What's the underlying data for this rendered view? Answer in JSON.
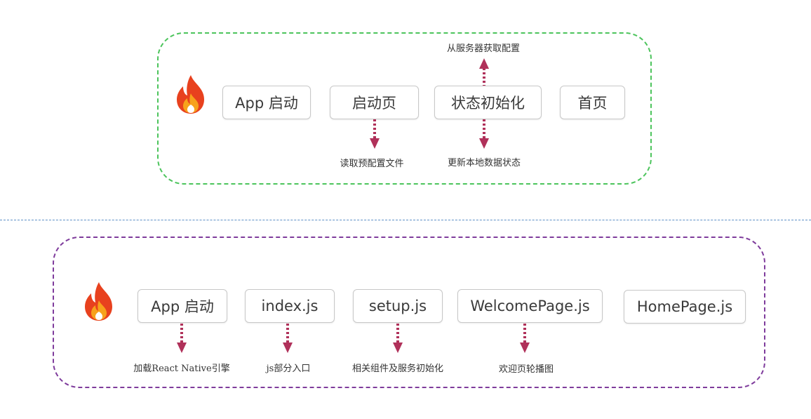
{
  "top_group": {
    "nodes": [
      "App 启动",
      "启动页",
      "状态初始化",
      "首页"
    ],
    "notes": {
      "read_config": "读取预配置文件",
      "fetch_server": "从服务器获取配置",
      "update_local": "更新本地数据状态"
    }
  },
  "bottom_group": {
    "nodes": [
      "App 启动",
      "index.js",
      "setup.js",
      "WelcomePage.js",
      "HomePage.js"
    ],
    "notes": {
      "load_engine": "加载React Native引擎",
      "js_entry": "js部分入口",
      "init_services": "相关组件及服务初始化",
      "carousel": "欢迎页轮播图"
    }
  },
  "colors": {
    "top_border": "#4cc45c",
    "bottom_border": "#7f3c9c",
    "separator": "#5d8fc7",
    "arrow": "#b0315a",
    "flame_outer": "#e8411e",
    "flame_inner": "#f7a21b"
  },
  "icons": [
    "flame-icon"
  ]
}
